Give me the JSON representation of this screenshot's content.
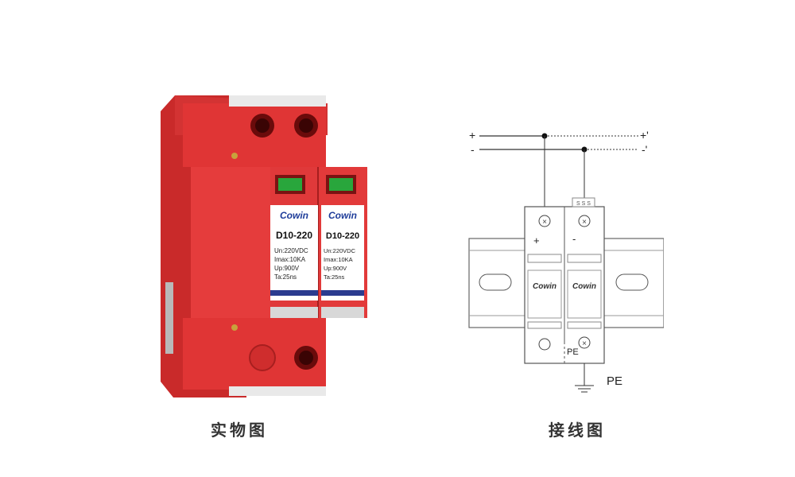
{
  "captions": {
    "photo": "实物图",
    "wiring": "接线图"
  },
  "product": {
    "brand": "Cowin",
    "model": "D10-220",
    "specs": [
      "Un:220VDC",
      "Imax:10KA",
      "Up:900V",
      "Ta:25ns"
    ],
    "body_color": "#e23a3a",
    "indicator_color": "#29a63c"
  },
  "wiring": {
    "terminal_plus": "+",
    "terminal_minus": "-",
    "out_plus": "+'",
    "out_minus": "-'",
    "module_plus": "+",
    "module_minus": "-",
    "module_brand": "Cowin",
    "pe_inside": "PE",
    "pe_outside": "PE",
    "remote_signal": "S S S"
  }
}
